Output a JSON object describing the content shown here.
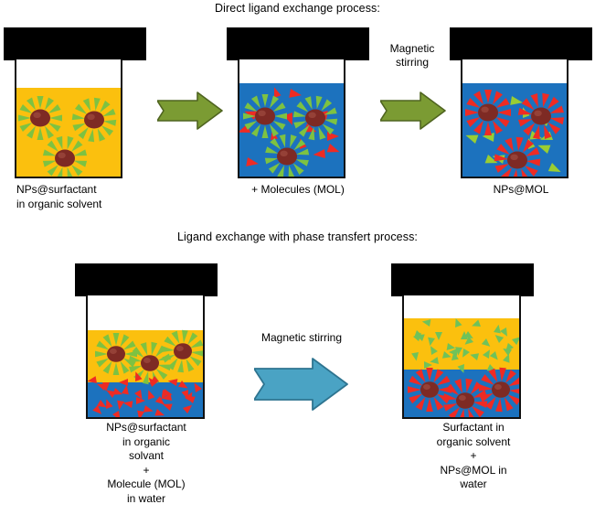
{
  "figure": {
    "kind": "scientific-schematic",
    "description": "Two ligand exchange schemes shown with capped beakers"
  },
  "colors": {
    "organic_solvent": "#FBC00E",
    "aqueous_solvent": "#1C72BE",
    "surfactant_ligand": "#7DC242",
    "molecule_ligand": "#EE2B24",
    "nanoparticle_core": "#7E2A24",
    "cap": "#000000",
    "arrow_green": "#7B9B33",
    "arrow_green_outline": "#4F6420",
    "arrow_blue": "#4AA3C4",
    "arrow_blue_outline": "#2E7490",
    "background": "#FFFFFF"
  },
  "top_row": {
    "title": "Direct ligand exchange process:",
    "stirring_label": "Magnetic\nstirring",
    "beakers": [
      {
        "id": "beaker-1",
        "caption": "NPs@surfactant\nin organic solvent",
        "solvent": "organic",
        "solvent_color": "#FBC00E",
        "nanoparticles": 3,
        "nanoparticle_ligand_color": "#7DC242",
        "free_molecules": 0
      },
      {
        "id": "beaker-2",
        "caption": "+ Molecules (MOL)",
        "solvent": "aqueous",
        "solvent_color": "#1C72BE",
        "nanoparticles": 3,
        "nanoparticle_ligand_color": "#7DC242",
        "free_molecules": 13,
        "free_molecule_color": "#EE2B24"
      },
      {
        "id": "beaker-3",
        "caption": "NPs@MOL",
        "solvent": "aqueous",
        "solvent_color": "#1C72BE",
        "nanoparticles": 3,
        "nanoparticle_ligand_color": "#EE2B24",
        "free_molecules": 12,
        "free_molecule_color": "#9ACD32"
      }
    ],
    "arrows": [
      {
        "id": "arrow-1",
        "color": "#7B9B33",
        "direction": "right"
      },
      {
        "id": "arrow-2",
        "color": "#7B9B33",
        "direction": "right"
      }
    ]
  },
  "bottom_row": {
    "title": "Ligand exchange with phase transfert process:",
    "stirring_label": "Magnetic stirring",
    "beakers": [
      {
        "id": "beaker-4",
        "caption": "NPs@surfactant\nin organic\nsolvant\n+\nMolecule (MOL)\nin water",
        "phases": [
          {
            "name": "organic",
            "color": "#FBC00E",
            "contains": "NPs@surfactant"
          },
          {
            "name": "water",
            "color": "#1C72BE",
            "contains": "free MOL molecules"
          }
        ],
        "nanoparticles": 3,
        "nanoparticle_ligand_color": "#7DC242",
        "free_molecules": 34,
        "free_molecule_color": "#EE2B24"
      },
      {
        "id": "beaker-5",
        "caption": "Surfactant in\norganic solvent\n+\nNPs@MOL in\nwater",
        "phases": [
          {
            "name": "organic",
            "color": "#FBC00E",
            "contains": "free surfactant"
          },
          {
            "name": "water",
            "color": "#1C72BE",
            "contains": "NPs@MOL"
          }
        ],
        "nanoparticles": 3,
        "nanoparticle_ligand_color": "#EE2B24",
        "free_molecules": 34,
        "free_molecule_color": "#7DC242"
      }
    ],
    "arrows": [
      {
        "id": "arrow-3",
        "color": "#4AA3C4",
        "direction": "right"
      }
    ]
  }
}
